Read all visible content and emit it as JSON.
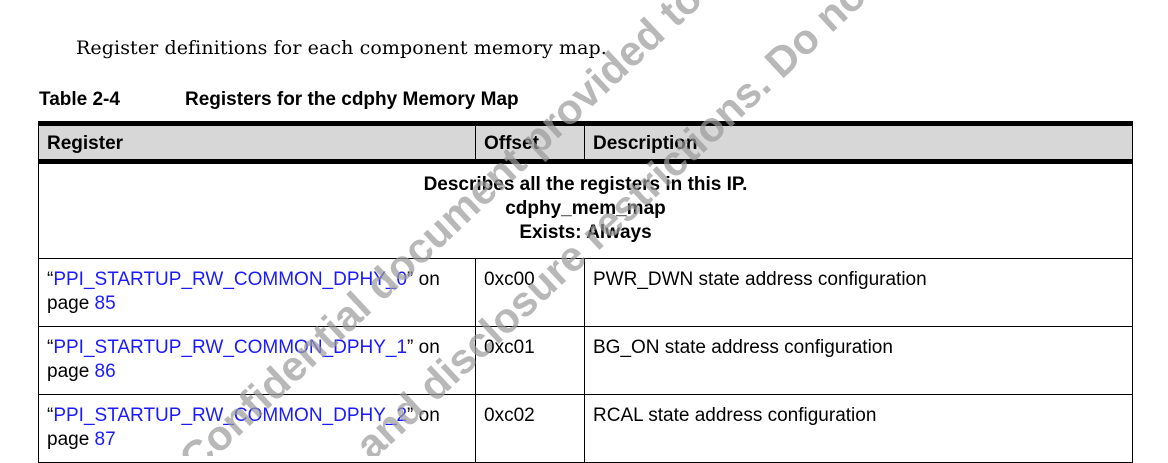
{
  "intro_text": "Register definitions for each component memory map.",
  "table": {
    "caption_number": "Table 2-4",
    "caption_title": "Registers for the cdphy Memory Map",
    "headers": [
      "Register",
      "Offset",
      "Description"
    ],
    "group": {
      "line1": "Describes all the registers in this IP.",
      "line2": "cdphy_mem_map",
      "line3": "Exists: Always"
    },
    "rows": [
      {
        "open_quote": "“",
        "register_link": "PPI_STARTUP_RW_COMMON_DPHY_0",
        "close_quote_on": "” on",
        "page_word": "page ",
        "page_link": "85",
        "offset": "0xc00",
        "description": "PWR_DWN state address configuration"
      },
      {
        "open_quote": "“",
        "register_link": "PPI_STARTUP_RW_COMMON_DPHY_1",
        "close_quote_on": "” on",
        "page_word": "page ",
        "page_link": "86",
        "offset": "0xc01",
        "description": "BG_ON state address configuration"
      },
      {
        "open_quote": "“",
        "register_link": "PPI_STARTUP_RW_COMMON_DPHY_2",
        "close_quote_on": "” on",
        "page_word": "page ",
        "page_link": "87",
        "offset": "0xc02",
        "description": "RCAL state address configuration"
      }
    ]
  },
  "watermark": {
    "line1": "Confidential document provided to Ci",
    "line2": "and disclosure restrictions. Do not",
    "color": "#9a9a9a"
  }
}
